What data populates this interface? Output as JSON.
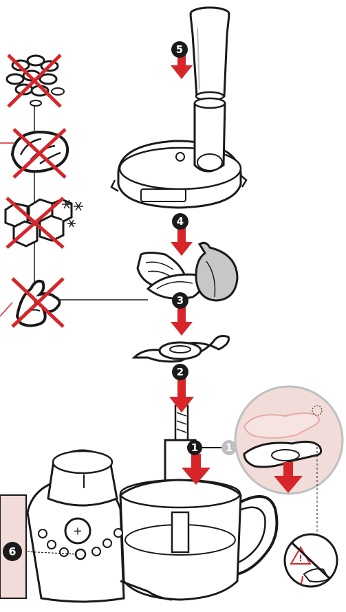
{
  "steps": {
    "s1_main": "1",
    "s1_detail": "1",
    "s2": "2",
    "s3": "3",
    "s4": "4",
    "s5": "5",
    "s6": "6"
  },
  "colors": {
    "red": "#d6262a",
    "line": "#1a1a1a",
    "pinkBg": "#f1dcd9",
    "grey": "#bfbfbf"
  },
  "icons": [
    "coffee-beans-icon",
    "nutmeg-icon",
    "ice-cubes-icon",
    "snowflake-icon",
    "ginger-root-icon",
    "warning-blade-icon",
    "onion-icon",
    "garlic-icon"
  ]
}
